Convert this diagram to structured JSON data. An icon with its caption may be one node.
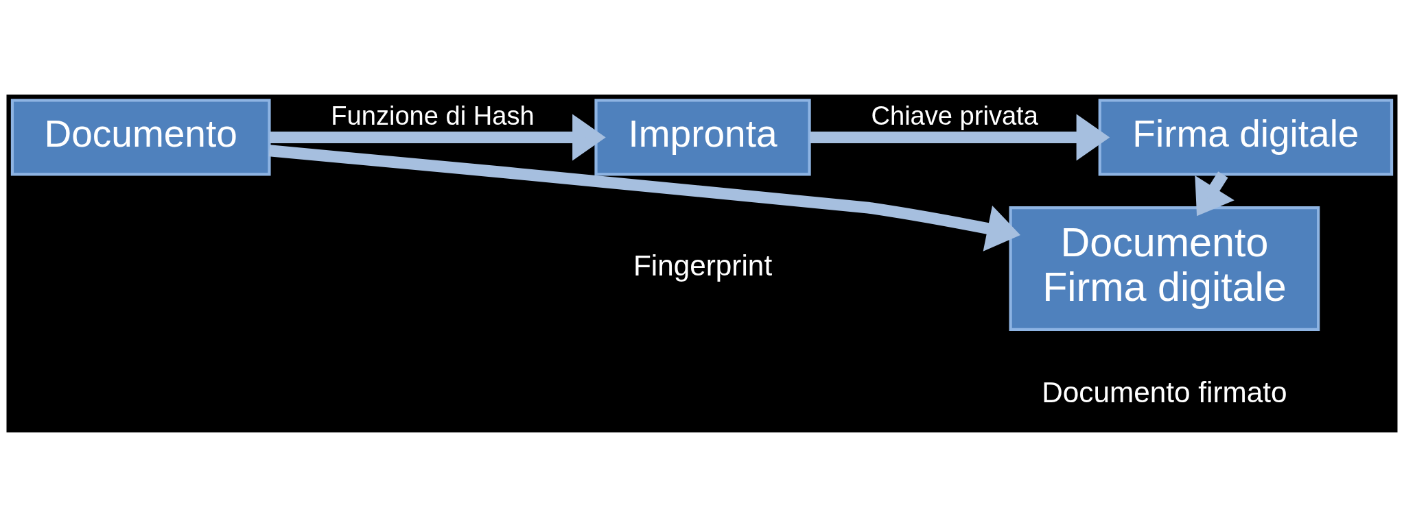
{
  "diagram": {
    "nodes": [
      {
        "text": [
          "Documento"
        ]
      },
      {
        "text": [
          "Impronta"
        ],
        "beside": [
          "Fingerprint"
        ]
      },
      {
        "text": [
          "Firma digitale"
        ]
      },
      {
        "text": [
          "Documento",
          "Firma digitale"
        ],
        "beside": [
          "Documento firmato"
        ]
      }
    ],
    "edges": [
      {
        "from": 0,
        "to": 1,
        "arrow": "to",
        "label": "Funzione di Hash"
      },
      {
        "from": 1,
        "to": 2,
        "arrow": "to",
        "label": "Chiave privata"
      },
      {
        "from": 0,
        "to": 3,
        "arrow": "to"
      },
      {
        "from": 2,
        "to": 3,
        "arrow": "to"
      }
    ]
  }
}
